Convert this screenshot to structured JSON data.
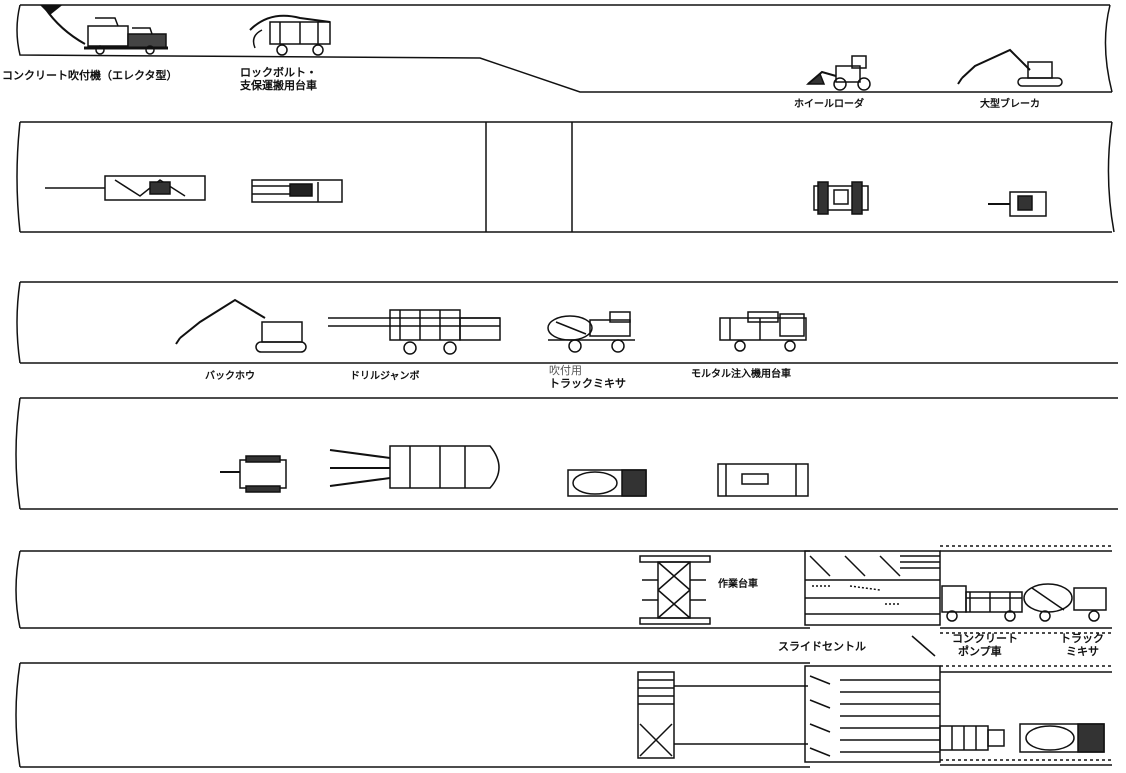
{
  "diagram": {
    "panel1": {
      "labels": {
        "shotcrete_machine": "コンクリート吹付機（エレクタ型）",
        "rockbolt_carriage_line1": "ロックボルト・",
        "rockbolt_carriage_line2": "支保運搬用台車",
        "wheel_loader": "ホイールローダ",
        "large_breaker": "大型ブレーカ"
      }
    },
    "panel3": {
      "labels": {
        "backhoe": "バックホウ",
        "drill_jumbo": "ドリルジャンボ",
        "shotcrete_prefix": "吹付用",
        "truck_mixer": "トラックミキサ",
        "mortar_injection_carriage": "モルタル注入機用台車"
      }
    },
    "panel5": {
      "labels": {
        "work_carriage": "作業台車",
        "slide_central": "スライドセントル",
        "concrete_pump_line1": "コンクリート",
        "concrete_pump_line2": "ポンプ車",
        "truck_mixer_line1": "トラック",
        "truck_mixer_line2": "ミキサ"
      }
    }
  }
}
